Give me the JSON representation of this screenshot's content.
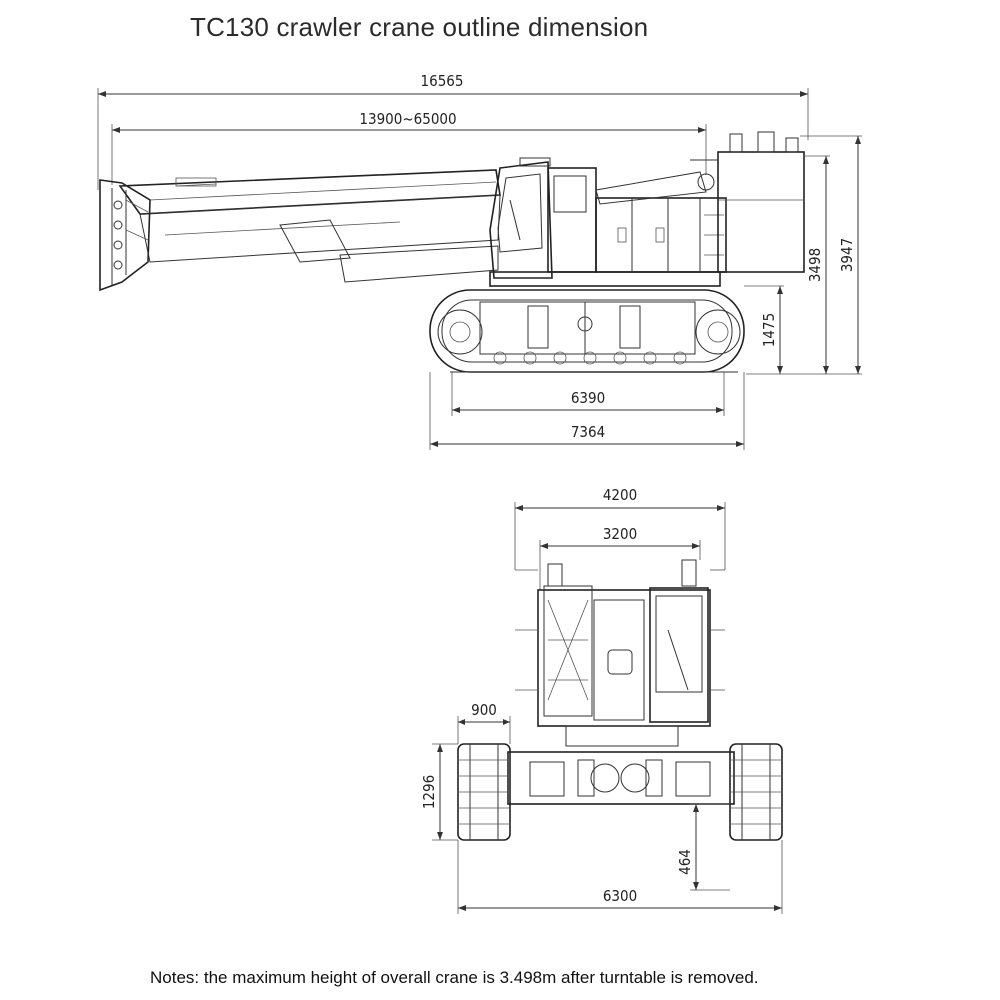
{
  "title": "TC130 crawler crane outline dimension",
  "note": "Notes: the maximum height of overall crane is 3.498m after turntable is removed.",
  "side_view": {
    "overall_length": "16565",
    "boom_length": "13900~65000",
    "height_overall": "3947",
    "height_cab": "3498",
    "height_counterweight_bottom": "1475",
    "track_tumbler_distance": "6390",
    "track_length": "7364"
  },
  "front_view": {
    "superstructure_width": "4200",
    "turntable_width": "3200",
    "track_shoe_width": "900",
    "track_height": "1296",
    "ground_clearance": "464",
    "track_gauge_width": "6300"
  }
}
